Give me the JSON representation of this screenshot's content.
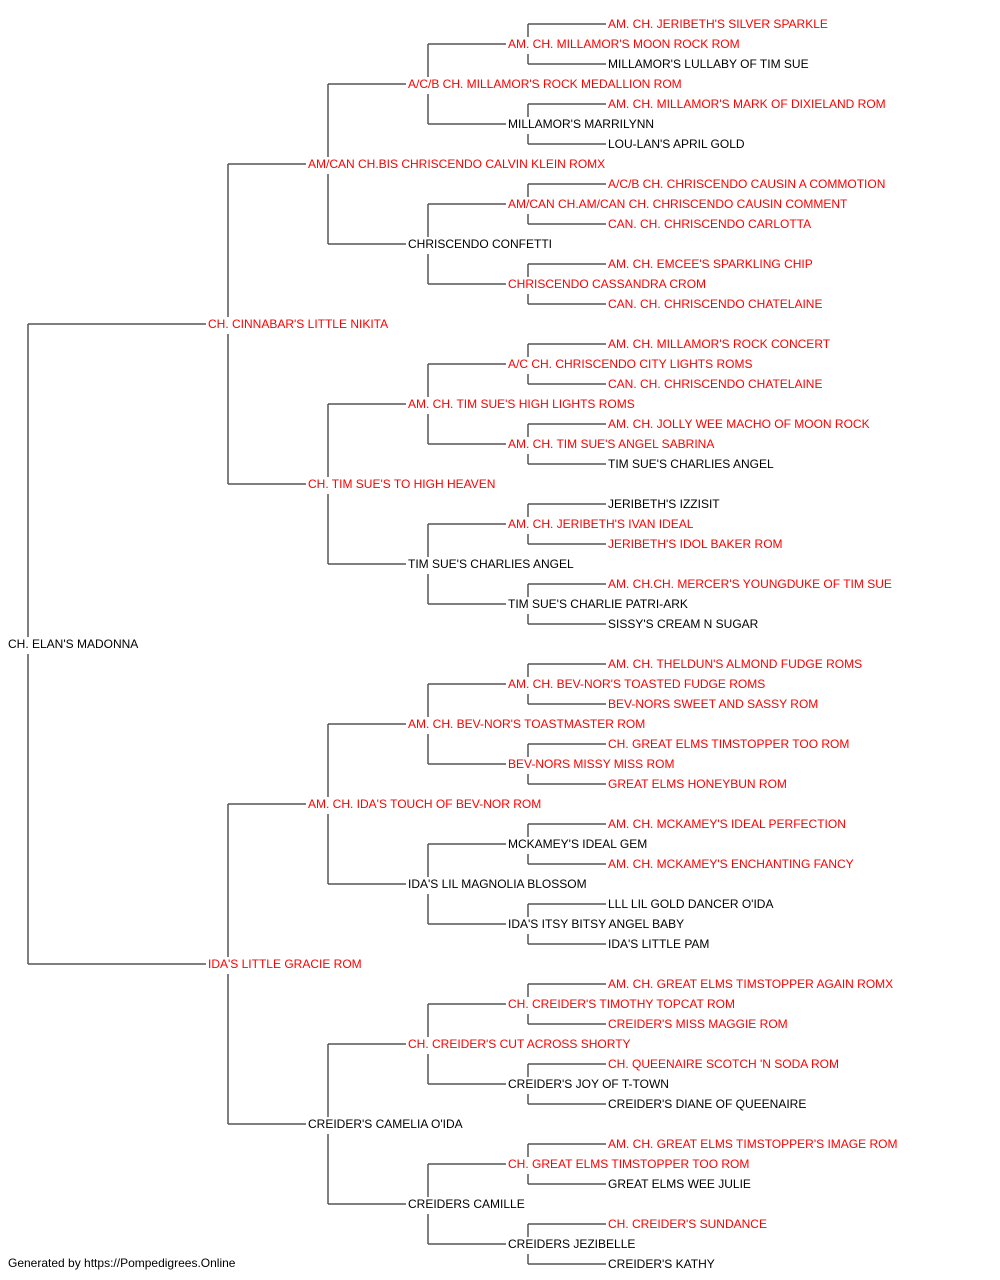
{
  "colors": {
    "titled": "#ff0000",
    "plain": "#000000",
    "line": "#555555"
  },
  "pedigree": {
    "name": "CH. ELAN'S MADONNA",
    "titled": false,
    "sire": {
      "name": "CH. CINNABAR'S LITTLE NIKITA",
      "titled": true,
      "sire": {
        "name": "AM/CAN CH.BIS CHRISCENDO CALVIN KLEIN ROMX",
        "titled": true,
        "sire": {
          "name": "A/C/B CH. MILLAMOR'S ROCK MEDALLION ROM",
          "titled": true,
          "sire": {
            "name": "AM. CH. MILLAMOR'S MOON ROCK ROM",
            "titled": true,
            "sire": {
              "name": "AM. CH. JERIBETH'S SILVER SPARKLE",
              "titled": true
            },
            "dam": {
              "name": "MILLAMOR'S LULLABY OF TIM SUE",
              "titled": false
            }
          },
          "dam": {
            "name": "MILLAMOR'S MARRILYNN",
            "titled": false,
            "sire": {
              "name": "AM. CH. MILLAMOR'S MARK OF DIXIELAND ROM",
              "titled": true
            },
            "dam": {
              "name": "LOU-LAN'S APRIL GOLD",
              "titled": false
            }
          }
        },
        "dam": {
          "name": "CHRISCENDO CONFETTI",
          "titled": false,
          "sire": {
            "name": "AM/CAN CH.AM/CAN CH. CHRISCENDO CAUSIN COMMENT",
            "titled": true,
            "sire": {
              "name": "A/C/B CH. CHRISCENDO CAUSIN A COMMOTION",
              "titled": true
            },
            "dam": {
              "name": "CAN. CH. CHRISCENDO CARLOTTA",
              "titled": true
            }
          },
          "dam": {
            "name": "CHRISCENDO CASSANDRA CROM",
            "titled": true,
            "sire": {
              "name": "AM. CH. EMCEE'S SPARKLING CHIP",
              "titled": true
            },
            "dam": {
              "name": "CAN. CH. CHRISCENDO CHATELAINE",
              "titled": true
            }
          }
        }
      },
      "dam": {
        "name": "CH. TIM SUE'S TO HIGH HEAVEN",
        "titled": true,
        "sire": {
          "name": "AM. CH. TIM SUE'S HIGH LIGHTS ROMS",
          "titled": true,
          "sire": {
            "name": "A/C CH. CHRISCENDO CITY LIGHTS ROMS",
            "titled": true,
            "sire": {
              "name": "AM. CH. MILLAMOR'S ROCK CONCERT",
              "titled": true
            },
            "dam": {
              "name": "CAN. CH. CHRISCENDO CHATELAINE",
              "titled": true
            }
          },
          "dam": {
            "name": "AM. CH. TIM SUE'S ANGEL SABRINA",
            "titled": true,
            "sire": {
              "name": "AM. CH. JOLLY WEE MACHO OF MOON ROCK",
              "titled": true
            },
            "dam": {
              "name": "TIM SUE'S CHARLIES ANGEL",
              "titled": false
            }
          }
        },
        "dam": {
          "name": "TIM SUE'S CHARLIES ANGEL",
          "titled": false,
          "sire": {
            "name": "AM. CH. JERIBETH'S IVAN IDEAL",
            "titled": true,
            "sire": {
              "name": "JERIBETH'S IZZISIT",
              "titled": false
            },
            "dam": {
              "name": "JERIBETH'S IDOL BAKER ROM",
              "titled": true
            }
          },
          "dam": {
            "name": "TIM SUE'S CHARLIE PATRI-ARK",
            "titled": false,
            "sire": {
              "name": "AM. CH.CH. MERCER'S YOUNGDUKE OF TIM SUE",
              "titled": true
            },
            "dam": {
              "name": "SISSY'S CREAM N SUGAR",
              "titled": false
            }
          }
        }
      }
    },
    "dam": {
      "name": "IDA'S LITTLE GRACIE ROM",
      "titled": true,
      "sire": {
        "name": "AM. CH. IDA'S TOUCH OF BEV-NOR ROM",
        "titled": true,
        "sire": {
          "name": "AM. CH. BEV-NOR'S TOASTMASTER ROM",
          "titled": true,
          "sire": {
            "name": "AM. CH. BEV-NOR'S TOASTED FUDGE ROMS",
            "titled": true,
            "sire": {
              "name": "AM. CH. THELDUN'S ALMOND FUDGE ROMS",
              "titled": true
            },
            "dam": {
              "name": "BEV-NORS SWEET AND SASSY ROM",
              "titled": true
            }
          },
          "dam": {
            "name": "BEV-NORS MISSY MISS ROM",
            "titled": true,
            "sire": {
              "name": "CH. GREAT ELMS TIMSTOPPER TOO ROM",
              "titled": true
            },
            "dam": {
              "name": "GREAT ELMS HONEYBUN ROM",
              "titled": true
            }
          }
        },
        "dam": {
          "name": "IDA'S LIL MAGNOLIA BLOSSOM",
          "titled": false,
          "sire": {
            "name": "MCKAMEY'S IDEAL GEM",
            "titled": false,
            "sire": {
              "name": "AM. CH. MCKAMEY'S IDEAL PERFECTION",
              "titled": true
            },
            "dam": {
              "name": "AM. CH. MCKAMEY'S ENCHANTING FANCY",
              "titled": true
            }
          },
          "dam": {
            "name": "IDA'S ITSY BITSY ANGEL BABY",
            "titled": false,
            "sire": {
              "name": "LLL LIL GOLD DANCER O'IDA",
              "titled": false
            },
            "dam": {
              "name": "IDA'S LITTLE PAM",
              "titled": false
            }
          }
        }
      },
      "dam": {
        "name": "CREIDER'S CAMELIA O'IDA",
        "titled": false,
        "sire": {
          "name": "CH. CREIDER'S CUT ACROSS SHORTY",
          "titled": true,
          "sire": {
            "name": "CH. CREIDER'S TIMOTHY TOPCAT ROM",
            "titled": true,
            "sire": {
              "name": "AM. CH. GREAT ELMS TIMSTOPPER AGAIN ROMX",
              "titled": true
            },
            "dam": {
              "name": "CREIDER'S MISS MAGGIE ROM",
              "titled": true
            }
          },
          "dam": {
            "name": "CREIDER'S JOY OF T-TOWN",
            "titled": false,
            "sire": {
              "name": "CH. QUEENAIRE SCOTCH 'N SODA ROM",
              "titled": true
            },
            "dam": {
              "name": "CREIDER'S DIANE OF QUEENAIRE",
              "titled": false
            }
          }
        },
        "dam": {
          "name": "CREIDERS CAMILLE",
          "titled": false,
          "sire": {
            "name": "CH. GREAT ELMS TIMSTOPPER TOO ROM",
            "titled": true,
            "sire": {
              "name": "AM. CH. GREAT ELMS TIMSTOPPER'S IMAGE ROM",
              "titled": true
            },
            "dam": {
              "name": "GREAT ELMS WEE JULIE",
              "titled": false
            }
          },
          "dam": {
            "name": "CREIDERS JEZIBELLE",
            "titled": false,
            "sire": {
              "name": "CH. CREIDER'S SUNDANCE",
              "titled": true
            },
            "dam": {
              "name": "CREIDER'S KATHY",
              "titled": false
            }
          }
        }
      }
    }
  },
  "footer": "Generated by https://Pompedigrees.Online"
}
